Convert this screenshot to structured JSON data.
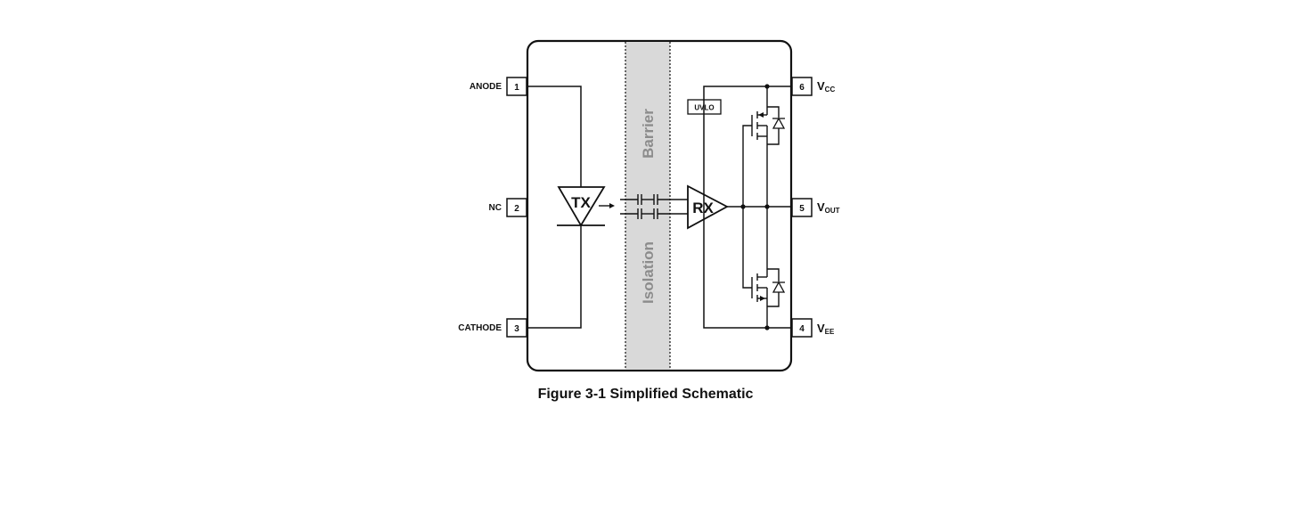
{
  "pins_left": [
    {
      "name": "ANODE",
      "number": "1"
    },
    {
      "name": "NC",
      "number": "2"
    },
    {
      "name": "CATHODE",
      "number": "3"
    }
  ],
  "pins_right": [
    {
      "number": "6",
      "name_main": "V",
      "name_sub": "CC"
    },
    {
      "number": "5",
      "name_main": "V",
      "name_sub": "OUT"
    },
    {
      "number": "4",
      "name_main": "V",
      "name_sub": "EE"
    }
  ],
  "blocks": {
    "tx": "TX",
    "rx": "RX",
    "uvlo": "UVLO",
    "barrier_top": "Barrier",
    "barrier_bottom": "Isolation"
  },
  "caption": "Figure 3-1 Simplified Schematic",
  "colors": {
    "line": "#111111",
    "barrier_fill": "#d9d9d9",
    "barrier_text": "#8c8c8c"
  }
}
